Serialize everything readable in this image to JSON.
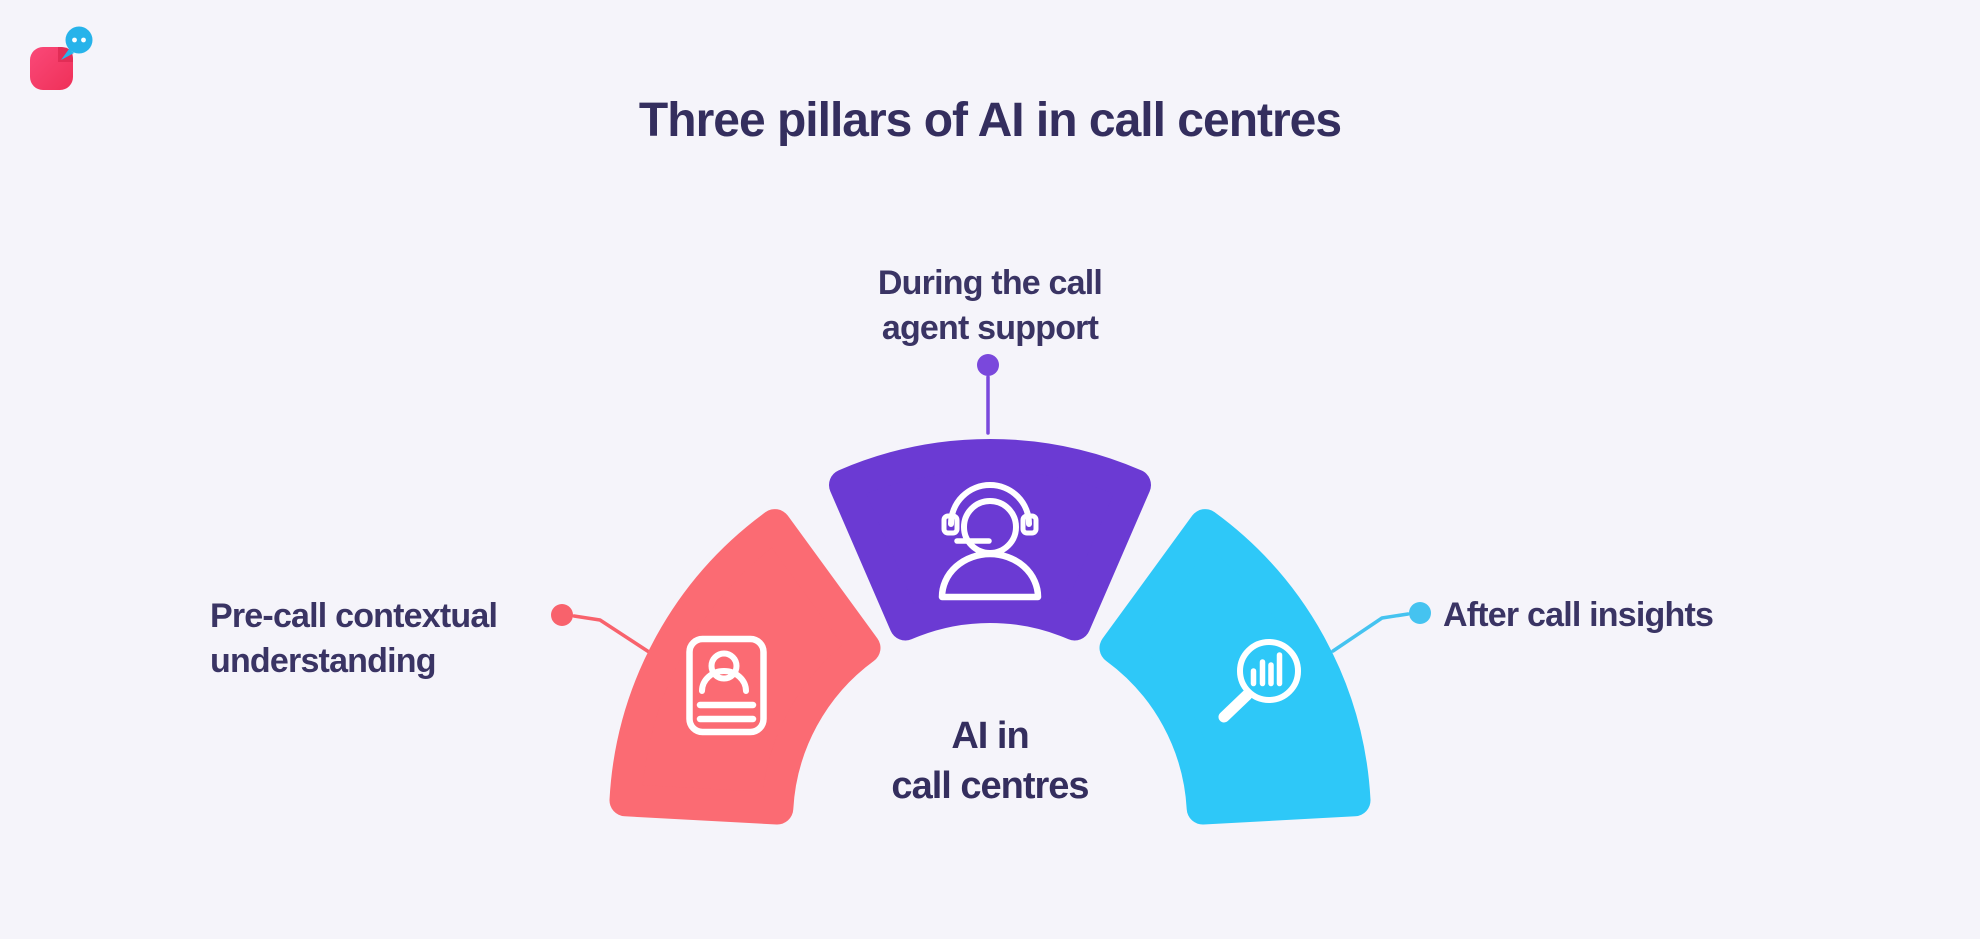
{
  "title": "Three pillars of AI in call centres",
  "center_label": {
    "line1": "AI in",
    "line2": "call centres"
  },
  "pillars": [
    {
      "id": "pre-call",
      "position": "left",
      "label_line1": "Pre-call contextual",
      "label_line2": "understanding",
      "color": "#FB6B73",
      "connector_color": "#F8626C",
      "icon": "id-card-icon"
    },
    {
      "id": "during-call",
      "position": "top",
      "label_line1": "During the call",
      "label_line2": "agent support",
      "color": "#6B3AD3",
      "connector_color": "#7A48DC",
      "icon": "headset-agent-icon"
    },
    {
      "id": "after-call",
      "position": "right",
      "label_line1": "After call insights",
      "label_line2": "",
      "color": "#2EC8F8",
      "connector_color": "#45C3F0",
      "icon": "magnifier-chart-icon"
    }
  ],
  "logo": {
    "name": "chat-app-brand-logo",
    "square_gradient_start": "#FA4979",
    "square_gradient_end": "#EF3058",
    "bubble_color": "#27B3EA"
  },
  "colors": {
    "background": "#F5F4FA",
    "text": "#342E5E"
  }
}
